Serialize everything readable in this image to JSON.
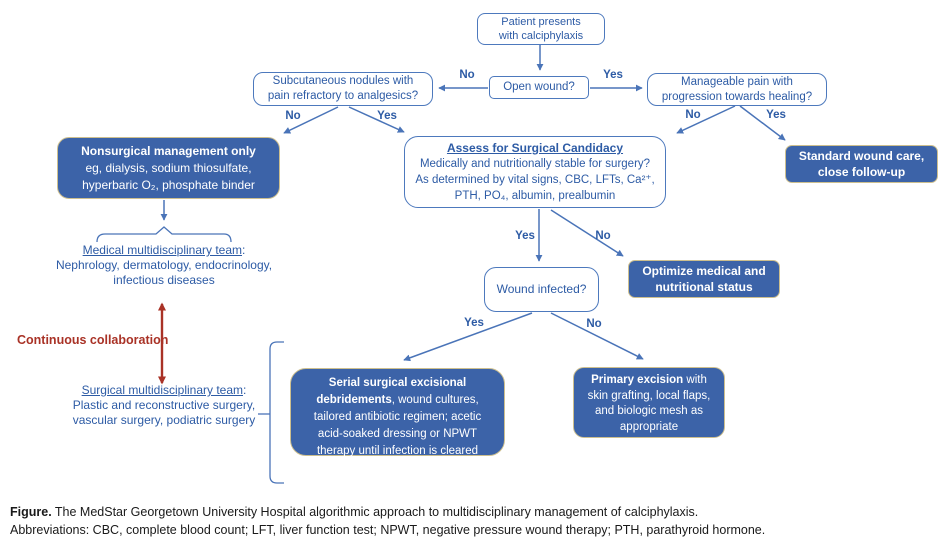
{
  "colors": {
    "blue_fill": "#3c63a8",
    "blue_border": "#4d79bd",
    "blue_line": "#4a74b8",
    "blue_text": "#2d5ba5",
    "gold_border": "#cdbf8e",
    "red": "#a93226"
  },
  "flowchart": {
    "patient": {
      "line1": "Patient presents",
      "line2": "with calciphylaxis"
    },
    "open_wound": {
      "label": "Open wound?"
    },
    "subcutaneous": {
      "line1": "Subcutaneous nodules with",
      "line2": "pain refractory to analgesics?"
    },
    "manageable": {
      "line1": "Manageable pain with",
      "line2": "progression towards healing?"
    },
    "assess": {
      "title": "Assess for Surgical Candidacy",
      "line1": "Medically and nutritionally stable for surgery?",
      "line2": "As determined by vital signs, CBC, LFTs, Ca²⁺,",
      "line3": "PTH, PO₄, albumin, prealbumin"
    },
    "nonsurgical": {
      "title": "Nonsurgical management only",
      "line1": "eg, dialysis, sodium thiosulfate,",
      "line2": "hyperbaric O₂, phosphate binder"
    },
    "standard": {
      "line1": "Standard wound care,",
      "line2": "close follow-up"
    },
    "optimize": {
      "line1": "Optimize medical and",
      "line2": "nutritional status"
    },
    "wound_infected": {
      "label": "Wound infected?"
    },
    "serial": {
      "bold": "Serial surgical excisional debridements",
      "rest": ", wound cultures, tailored antibiotic regimen; acetic acid-soaked dressing or NPWT therapy until infection is cleared"
    },
    "primary": {
      "bold": "Primary excision",
      "rest": " with skin grafting, local flaps, and biologic mesh as appropriate"
    },
    "medical_team": {
      "title": "Medical multidisciplinary team",
      "colon": ":",
      "line1": "Nephrology, dermatology, endocrinology,",
      "line2": "infectious diseases"
    },
    "surgical_team": {
      "title": "Surgical multidisciplinary team",
      "colon": ":",
      "line1": "Plastic and reconstructive surgery,",
      "line2": "vascular surgery, podiatric surgery"
    },
    "collaboration_label": "Continuous collaboration",
    "edge_labels": {
      "no": "No",
      "yes": "Yes"
    }
  },
  "caption": {
    "figure_label": "Figure.",
    "figure_text": " The MedStar Georgetown University Hospital algorithmic approach to multidisciplinary management of calciphylaxis.",
    "abbreviations": "Abbreviations: CBC, complete blood count; LFT, liver function test; NPWT, negative pressure wound therapy; PTH, parathyroid hormone."
  }
}
